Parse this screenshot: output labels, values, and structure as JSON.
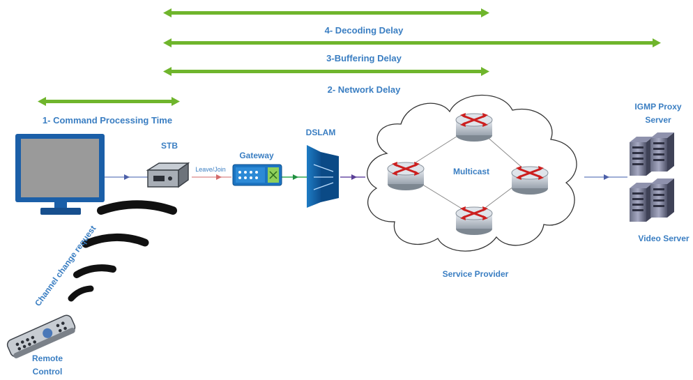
{
  "delays": {
    "decoding": "4- Decoding Delay",
    "buffering": "3-Buffering Delay",
    "network": "2- Network Delay",
    "command": "1- Command Processing Time"
  },
  "labels": {
    "stb": "STB",
    "gateway": "Gateway",
    "leave_join": "Leave/Join",
    "dslam": "DSLAM",
    "multicast": "Multicast",
    "service_provider": "Service Provider",
    "igmp_line1": "IGMP Proxy",
    "igmp_line2": "Server",
    "video_server": "Video Server",
    "channel_change": "Channel change request",
    "remote_line1": "Remote",
    "remote_line2": "Control"
  },
  "colors": {
    "delay_arrow": "#6fb52c",
    "label_text": "#3a7ec2",
    "link_line": "#7f93c8",
    "router_arrow": "#cc1f1f",
    "signal_wave": "#111111"
  },
  "icons": {
    "tv": "tv-monitor-icon",
    "stb": "set-top-box-icon",
    "gateway": "gateway-icon",
    "dslam": "dslam-icon",
    "router": "router-icon",
    "server": "server-icon",
    "remote": "remote-control-icon"
  }
}
